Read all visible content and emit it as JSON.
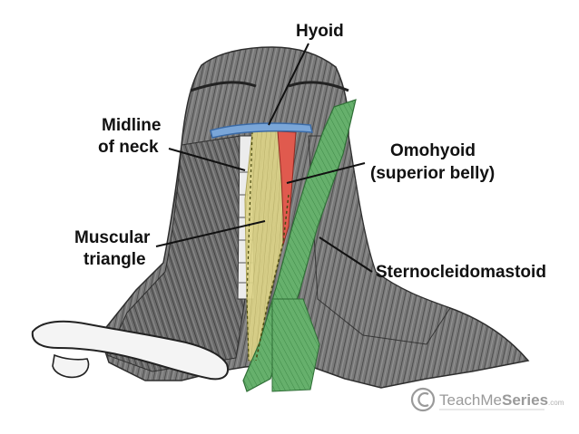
{
  "labels": {
    "hyoid": "Hyoid",
    "midline_line1": "Midline",
    "midline_line2": "of neck",
    "omohyoid_line1": "Omohyoid",
    "omohyoid_line2": "(superior belly)",
    "muscular_line1": "Muscular",
    "muscular_line2": "triangle",
    "scm": "Sternocleidomastoid"
  },
  "watermark": {
    "brand_teach": "TeachMe",
    "brand_series": "Series",
    "brand_suffix": ".com"
  },
  "colors": {
    "hyoid": "#7aa6d8",
    "omohyoid": "#e05a4e",
    "triangle": "#d8cf7e",
    "scm": "#5fae66",
    "muscle_gray": "#6e6e6e"
  }
}
